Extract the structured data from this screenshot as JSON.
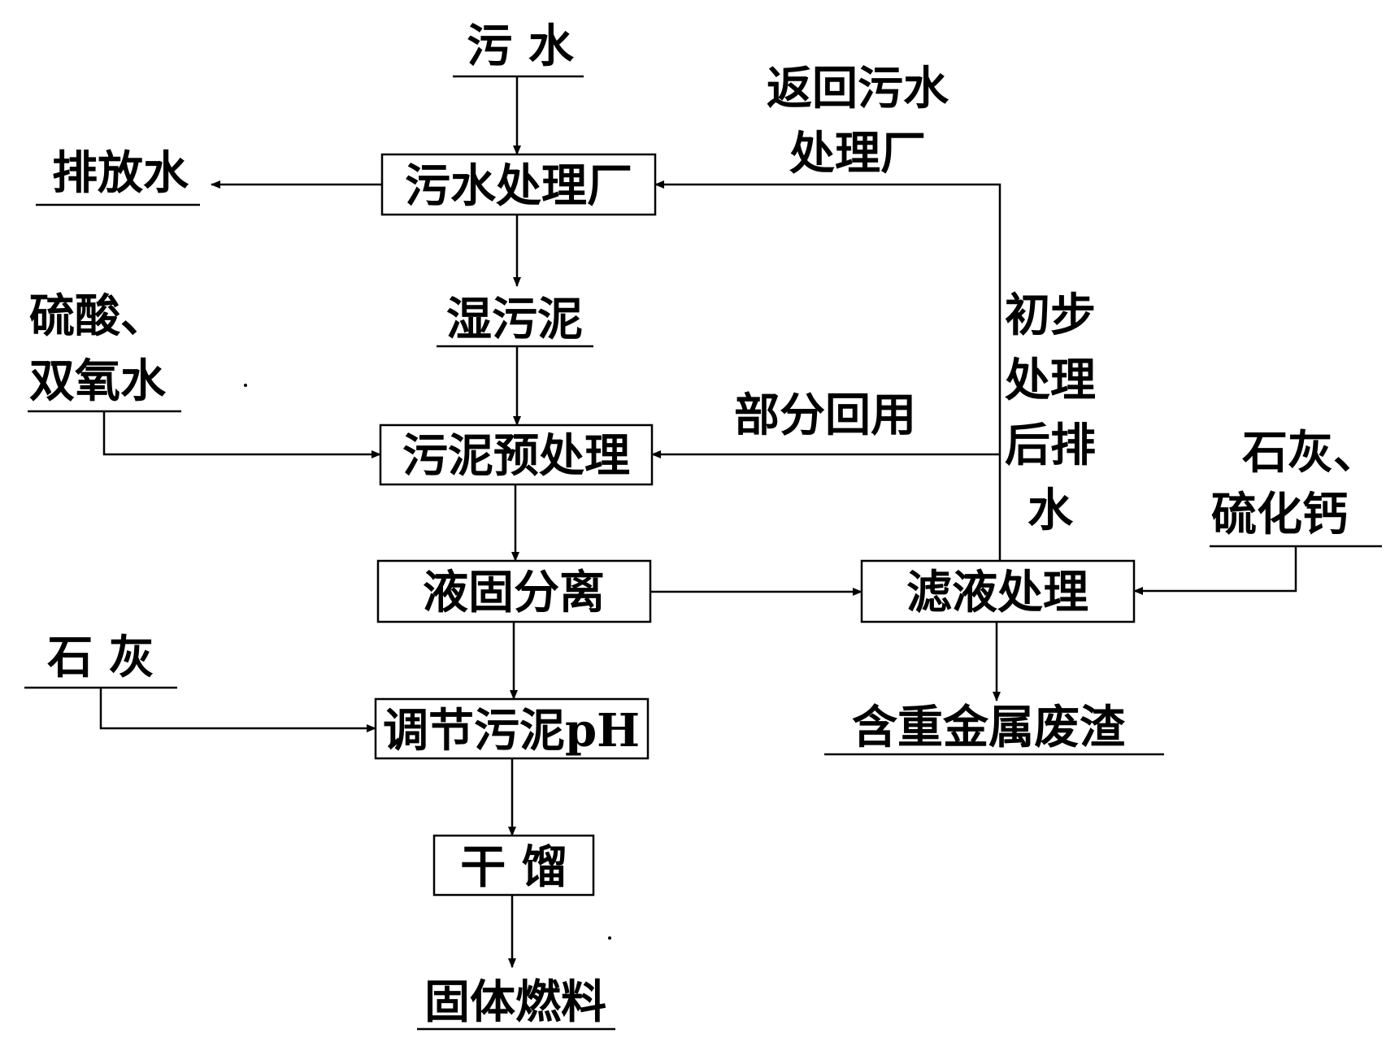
{
  "diagram": {
    "inputs": {
      "sewage": "污 水",
      "acid_peroxide_line1": "硫酸、",
      "acid_peroxide_line2": "双氧水",
      "lime": "石 灰",
      "lime_sulfide_line1": "石灰、",
      "lime_sulfide_line2": "硫化钙"
    },
    "processes": {
      "sewage_plant": "污水处理厂",
      "sludge_pretreatment": "污泥预处理",
      "solid_liquid_separation": "液固分离",
      "adjust_ph": "调节污泥pH",
      "dry_distillation": "干 馏",
      "filtrate_treatment": "滤液处理"
    },
    "outputs": {
      "discharge_water": "排放水",
      "wet_sludge": "湿污泥",
      "solid_fuel": "固体燃料",
      "heavy_metal_residue": "含重金属废渣"
    },
    "edge_labels": {
      "return_line1": "返回污水",
      "return_line2": "处理厂",
      "partial_reuse": "部分回用",
      "discharge_v1": "初步",
      "discharge_v2": "处理",
      "discharge_v3": "后排",
      "discharge_v4": "水"
    }
  }
}
